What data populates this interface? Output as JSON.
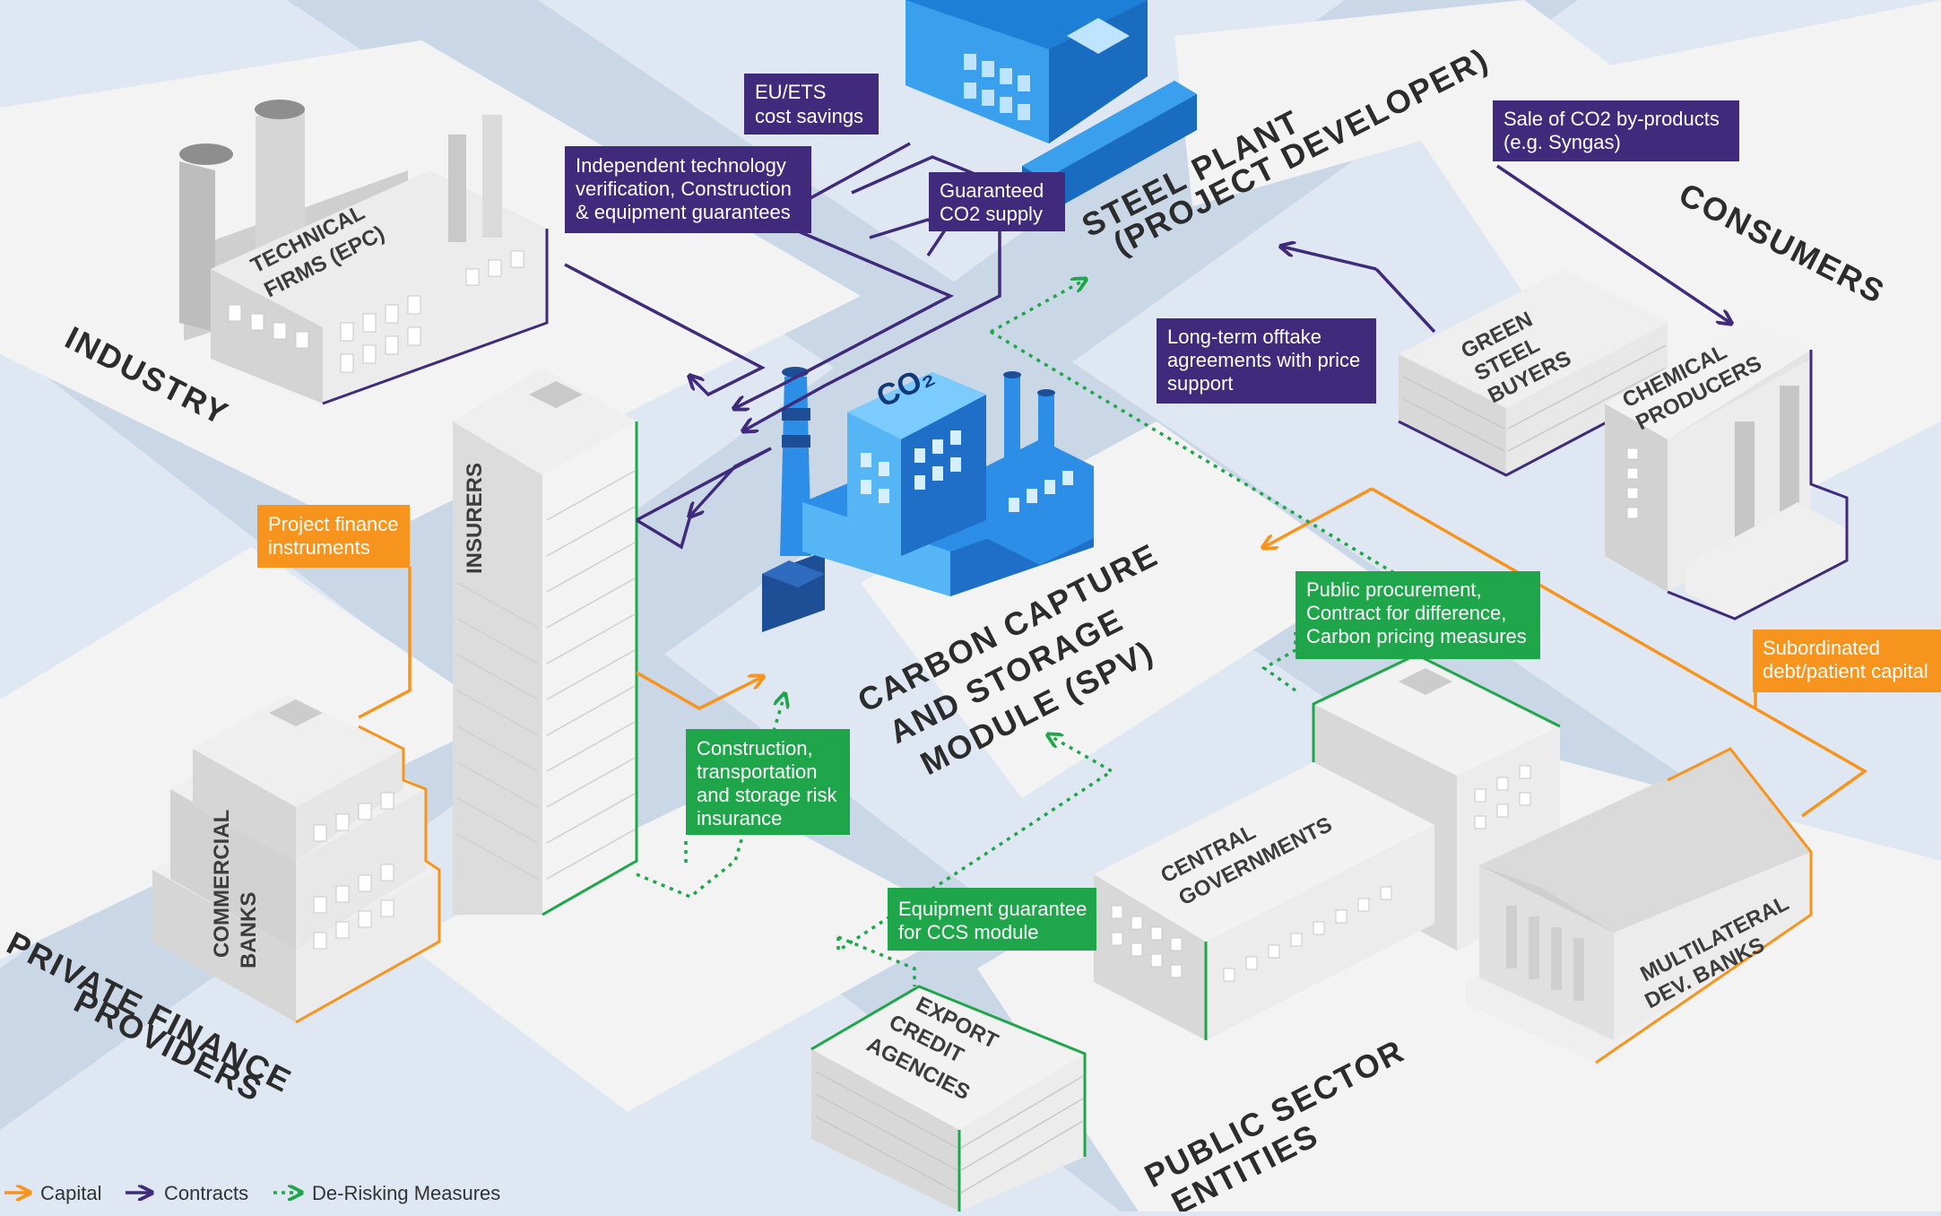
{
  "zones": {
    "industry": "INDUSTRY",
    "steel_plant_1": "STEEL PLANT",
    "steel_plant_2": "(PROJECT DEVELOPER)",
    "consumers": "CONSUMERS",
    "ccs_1": "CARBON CAPTURE",
    "ccs_2": "AND STORAGE",
    "ccs_3": "MODULE (SPV)",
    "private_1": "PRIVATE FINANCE",
    "private_2": "PROVIDERS",
    "public_1": "PUBLIC SECTOR",
    "public_2": "ENTITIES"
  },
  "buildings": {
    "technical_firms_1": "TECHNICAL",
    "technical_firms_2": "FIRMS (EPC)",
    "insurers": "INSURERS",
    "commercial_banks_1": "COMMERCIAL",
    "commercial_banks_2": "BANKS",
    "green_steel_1": "GREEN",
    "green_steel_2": "STEEL",
    "green_steel_3": "BUYERS",
    "chemical_1": "CHEMICAL",
    "chemical_2": "PRODUCERS",
    "central_gov_1": "CENTRAL",
    "central_gov_2": "GOVERNMENTS",
    "export_credit_1": "EXPORT",
    "export_credit_2": "CREDIT",
    "export_credit_3": "AGENCIES",
    "mdb_1": "MULTILATERAL",
    "mdb_2": "DEV. BANKS",
    "co2_sign": "CO₂"
  },
  "callouts": {
    "eu_ets": [
      "EU/ETS",
      "cost savings"
    ],
    "independent_tech": [
      "Independent technology",
      "verification, Construction",
      "& equipment guarantees"
    ],
    "guaranteed_co2": [
      "Guaranteed",
      "CO2 supply"
    ],
    "sale_byproducts": [
      "Sale of CO2 by-products",
      "(e.g. Syngas)"
    ],
    "offtake": [
      "Long-term offtake",
      "agreements with price",
      "support"
    ],
    "project_finance": [
      "Project finance",
      "instruments"
    ],
    "public_procurement": [
      "Public procurement,",
      "Contract for difference,",
      "Carbon pricing measures"
    ],
    "subordinated": [
      "Subordinated",
      "debt/patient capital"
    ],
    "construction_insurance": [
      "Construction,",
      "transportation",
      "and storage risk",
      "insurance"
    ],
    "equipment_guarantee": [
      "Equipment guarantee",
      "for CCS module"
    ]
  },
  "legend": {
    "capital": "Capital",
    "contracts": "Contracts",
    "derisking": "De-Risking Measures"
  },
  "colors": {
    "capital": "#f7941d",
    "contracts": "#3f2a7c",
    "derisking": "#1fa64a",
    "background": "#dfe7f2",
    "road": "#cad7e7",
    "block": "#f3f3f4",
    "ccs_blue": "#1e7fd6"
  }
}
